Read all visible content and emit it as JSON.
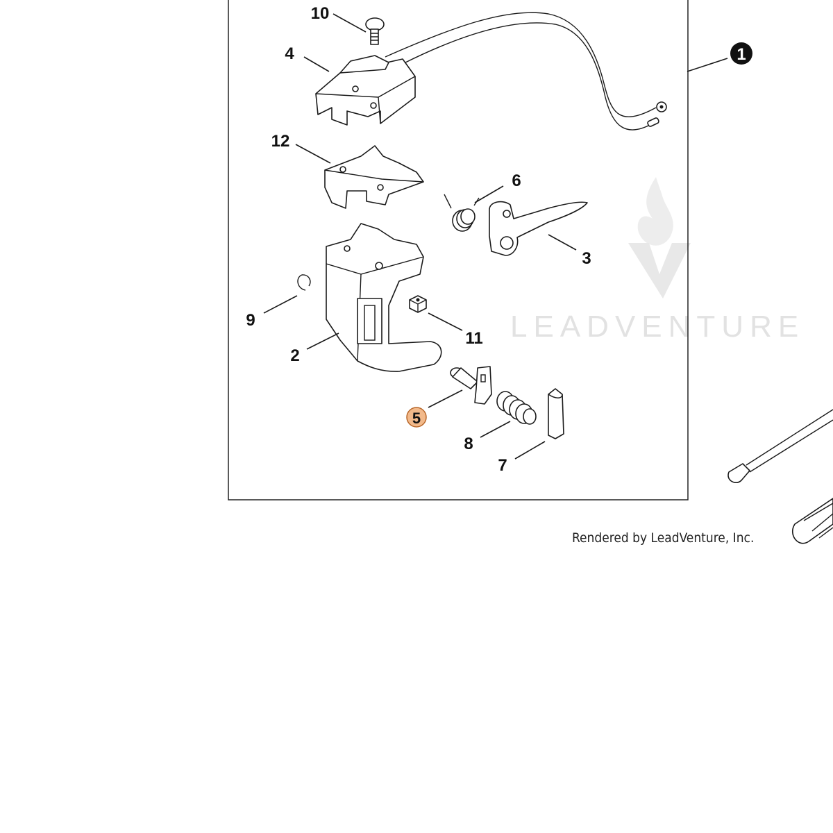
{
  "diagram": {
    "callouts": {
      "c1": "1",
      "c2": "2",
      "c3": "3",
      "c4": "4",
      "c5": "5",
      "c6": "6",
      "c7": "7",
      "c8": "8",
      "c9": "9",
      "c10": "10",
      "c11": "11",
      "c12": "12"
    },
    "highlighted_callout": "5",
    "highlight_color": "#f2b98a",
    "highlight_stroke": "#b8672a",
    "watermark": "LEADVENTURE",
    "credit": "Rendered by LeadVenture, Inc."
  }
}
